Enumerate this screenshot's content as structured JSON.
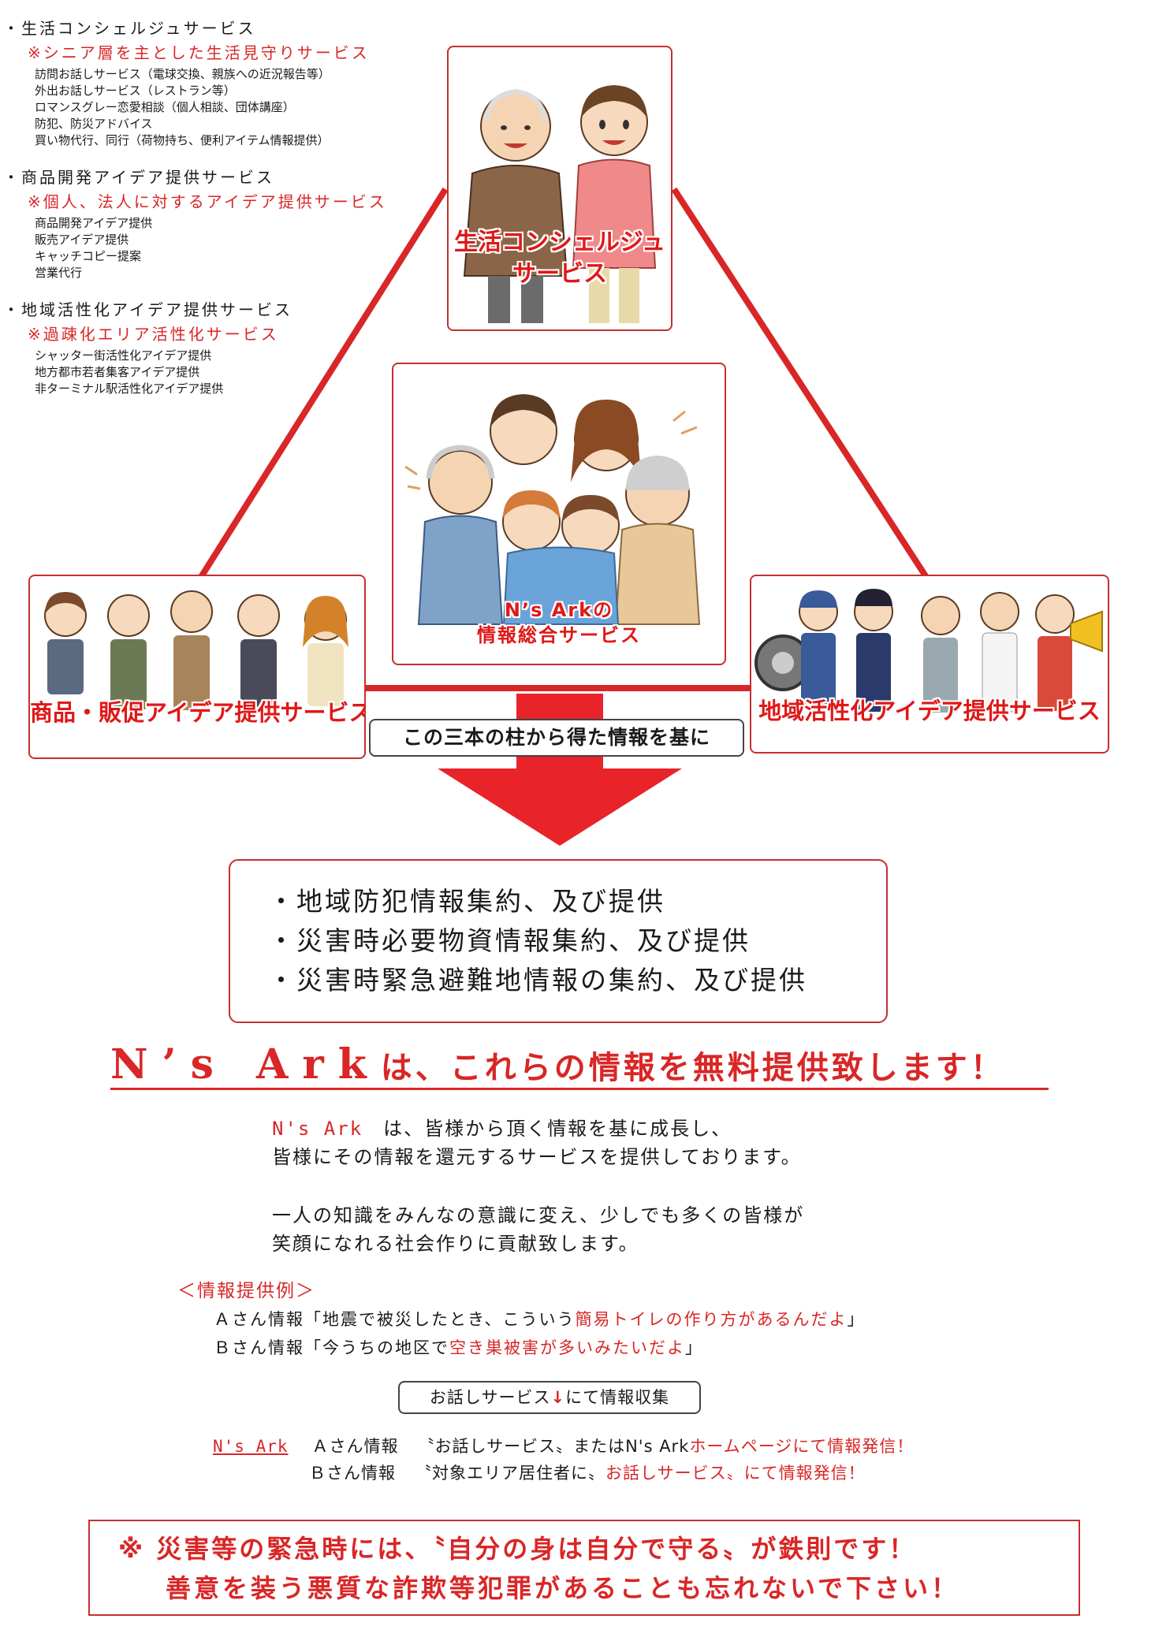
{
  "services": [
    {
      "heading": "・生活コンシェルジュサービス",
      "sub": "※シニア層を主とした生活見守りサービス",
      "items": [
        "訪問お話しサービス（電球交換、親族への近況報告等）",
        "外出お話しサービス（レストラン等）",
        "ロマンスグレー恋愛相談（個人相談、団体講座）",
        "防犯、防災アドバイス",
        "買い物代行、同行（荷物持ち、便利アイテム情報提供）"
      ]
    },
    {
      "heading": "・商品開発アイデア提供サービス",
      "sub": "※個人、法人に対するアイデア提供サービス",
      "items": [
        "商品開発アイデア提供",
        "販売アイデア提供",
        "キャッチコピー提案",
        "営業代行"
      ]
    },
    {
      "heading": "・地域活性化アイデア提供サービス",
      "sub": "※過疎化エリア活性化サービス",
      "items": [
        "シャッター街活性化アイデア提供",
        "地方都市若者集客アイデア提供",
        "非ターミナル駅活性化アイデア提供"
      ]
    }
  ],
  "diagram": {
    "top_label": [
      "生活コンシェルジュ",
      "サービス"
    ],
    "center_label": [
      "N’s Arkの",
      "情報総合サービス"
    ],
    "left_label": "商品・販促アイデア提供サービス",
    "right_label": "地域活性化アイデア提供サービス",
    "basis_caption": "この三本の柱から得た情報を基に"
  },
  "info_box": [
    "・地域防犯情報集約、及び提供",
    "・災害時必要物資情報集約、及び提供",
    "・災害時緊急避難地情報の集約、及び提供"
  ],
  "headline": {
    "brand": "N’s Ark",
    "rest": "は、これらの情報を無料提供致します！"
  },
  "body": {
    "brand": "N's Ark",
    "line1_rest": "は、皆様から頂く情報を基に成長し、",
    "line2": "皆様にその情報を還元するサービスを提供しております。",
    "line3": "一人の知識をみんなの意識に変え、少しでも多くの皆様が",
    "line4": "笑顔になれる社会作りに貢献致します。"
  },
  "examples": {
    "title": "＜情報提供例＞",
    "a_prefix": "Ａさん情報「地震で被災したとき、こういう",
    "a_highlight": "簡易トイレの作り方があるんだよ",
    "a_suffix": "」",
    "b_prefix": "Ｂさん情報「今うちの地区で",
    "b_highlight": "空き巣被害が多いみたいだよ",
    "b_suffix": "」"
  },
  "collect": {
    "before": "お話しサービス",
    "arrow": "↓",
    "after": "にて情報収集"
  },
  "dispatch": {
    "brand": "N's Ark",
    "a_name": "Ａさん情報",
    "a_text1": "〝お話しサービス〟またはN's Ark",
    "a_highlight": "ホームページ",
    "a_text2": "にて情報発信！",
    "b_name": "Ｂさん情報",
    "b_text1": "〝対象エリア居住者に〟",
    "b_highlight": "お話しサービス",
    "b_text2": "〟にて情報発信！",
    "b_quote": "〝"
  },
  "warning": [
    "※ 災害等の緊急時には、〝自分の身は自分で守る〟が鉄則です！",
    "善意を装う悪質な詐欺等犯罪があることも忘れないで下さい！"
  ],
  "colors": {
    "accent": "#d92626",
    "border": "#c62f2f",
    "arrow": "#e8232a"
  }
}
